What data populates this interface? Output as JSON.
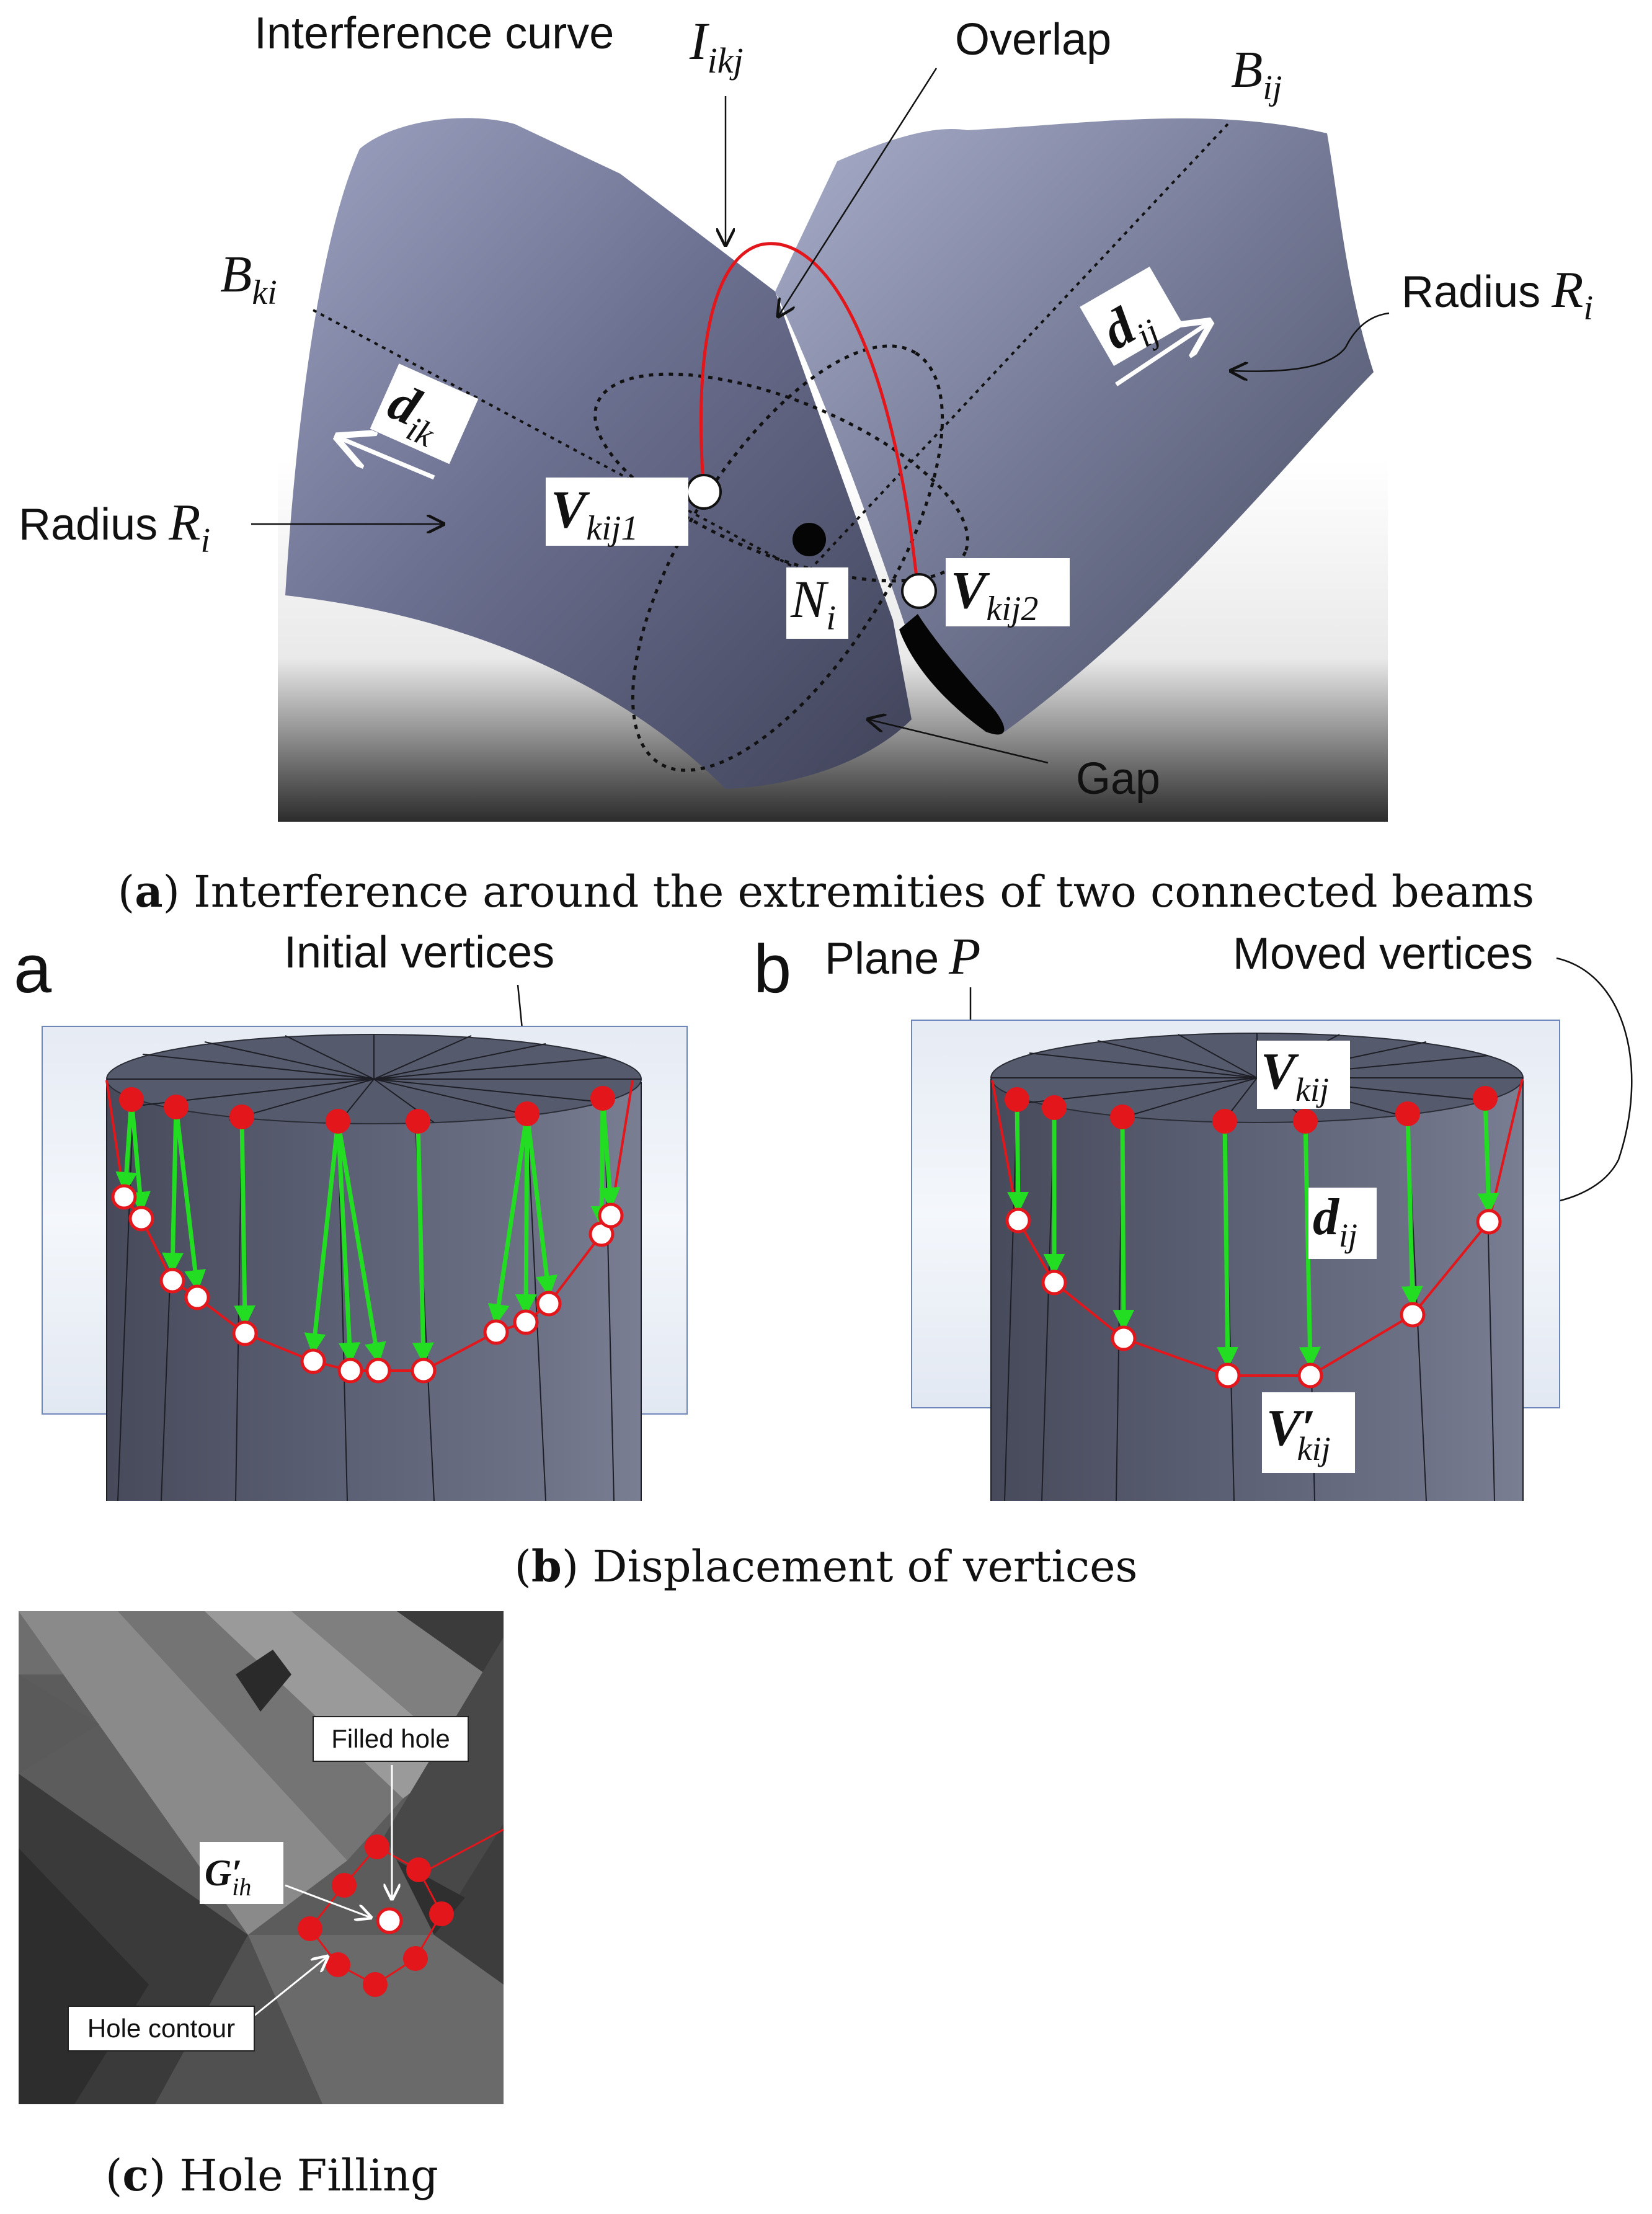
{
  "panel_a": {
    "caption_letter": "a",
    "caption_text": "Interference around the extremities of two connected beams",
    "labels": {
      "interference_curve": "Interference curve",
      "interference_symbol": "I",
      "interference_sub": "ikj",
      "overlap": "Overlap",
      "b_ij": "B",
      "b_ij_sub": "ij",
      "b_ki": "B",
      "b_ki_sub": "ki",
      "radius_right": "Radius",
      "radius_left": "Radius",
      "radius_symbol": "R",
      "radius_sub": "i",
      "d_ij": "d",
      "d_ij_sub": "ij",
      "d_ik": "d",
      "d_ik_sub": "ik",
      "v_kij1": "V",
      "v_kij1_sub": "kij1",
      "v_kij2": "V",
      "v_kij2_sub": "kij2",
      "n_i": "N",
      "n_i_sub": "i",
      "gap": "Gap"
    }
  },
  "panel_b": {
    "caption_letter": "b",
    "caption_text": "Displacement of vertices",
    "left": {
      "letter": "a",
      "initial_vertices": "Initial vertices"
    },
    "right": {
      "letter": "b",
      "plane": "Plane",
      "plane_symbol": "P",
      "moved_vertices": "Moved vertices",
      "v_kij": "V",
      "v_kij_sub": "kij",
      "d_ij": "d",
      "d_ij_sub": "ij",
      "v_prime": "V′",
      "v_prime_sub": "kij"
    }
  },
  "panel_c": {
    "caption_letter": "c",
    "caption_text": "Hole Filling",
    "filled_hole": "Filled hole",
    "hole_contour": "Hole contour",
    "g_symbol": "G′",
    "g_sub": "ih"
  },
  "colors": {
    "beam": "#5d6178",
    "highlight": "#b9bdd6",
    "red": "#e2161b",
    "green": "#22dd22",
    "plane": "#dfe6f2"
  }
}
